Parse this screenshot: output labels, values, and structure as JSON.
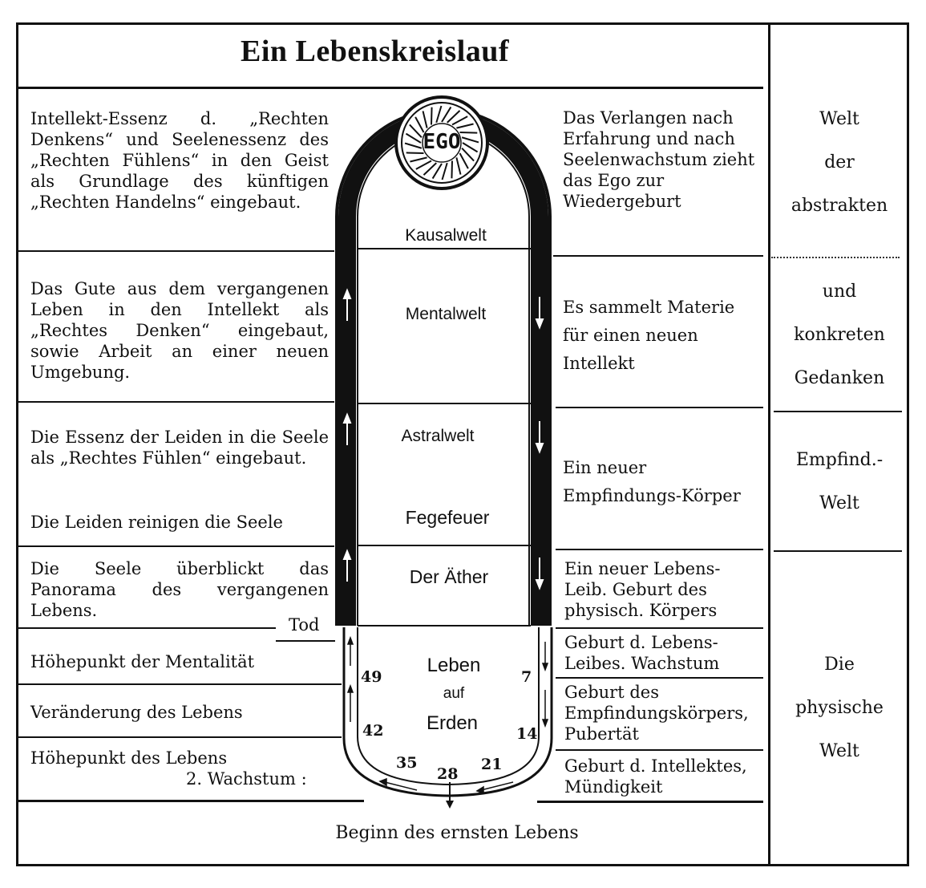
{
  "title": "Ein Lebenskreislauf",
  "ego_label": "EGO",
  "zones": {
    "kausal": "Kausalwelt",
    "mental": "Mentalwelt",
    "astral": "Astralwelt",
    "fegefeuer": "Fegefeuer",
    "aether": "Der Äther",
    "leben": "Leben",
    "auf": "auf",
    "erden": "Erden"
  },
  "left": {
    "l1": "Intellekt-Essenz d. „Rechten Denkens“ und Seelenessenz des „Rechten Fühlens“ in den Geist als Grundlage des künftigen „Rechten Handelns“ eingebaut.",
    "l2": "Das Gute aus dem vergangenen Leben in den Intellekt als „Rechtes Denken“ eingebaut, sowie Arbeit an einer neuen Umgebung.",
    "l3": "Die Essenz der Leiden in die Seele als „Rechtes Fühlen“ eingebaut.",
    "l3b": "Die Leiden reinigen die Seele",
    "l4": "Die Seele überblickt das Panorama des vergangenen Lebens.",
    "tod": "Tod",
    "l5": "Höhepunkt der Mentalität",
    "l6": "Veränderung des Lebens",
    "l7a": "Höhepunkt des Lebens",
    "l7b": "2. Wachstum :"
  },
  "right": {
    "r1": "Das Verlangen nach Erfahrung und nach Seelenwachstum zieht das Ego zur Wiedergeburt",
    "r2": "Es sammelt Materie für einen neuen Intellekt",
    "r3": "Ein neuer Empfindungs-Körper",
    "r4": "Ein neuer Lebens-Leib. Geburt des physisch. Körpers",
    "r5": "Geburt d. Lebens-Leibes. Wachstum",
    "r6": "Geburt des Empfindungskörpers, Pubertät",
    "r7": "Geburt d. Intellektes, Mündigkeit"
  },
  "bottom": "Beginn des ernsten Lebens",
  "world": {
    "w1": "Welt",
    "w2": "der",
    "w3": "abstrakten",
    "w4": "und",
    "w5": "konkreten",
    "w6": "Gedanken",
    "w7": "Empfind.-",
    "w8": "Welt",
    "w9": "Die",
    "w10": "physische",
    "w11": "Welt"
  },
  "ages": [
    "49",
    "42",
    "35",
    "28",
    "21",
    "14",
    "7"
  ]
}
